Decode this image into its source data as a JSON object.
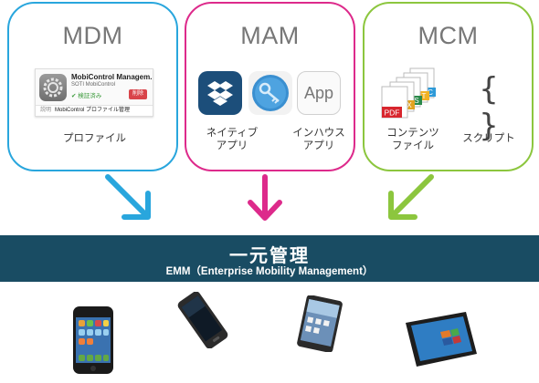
{
  "panels": {
    "mdm": {
      "title": "MDM",
      "card": {
        "title": "MobiControl Managem...",
        "subtitle": "SOTI MobiControl",
        "verified": "✔ 検証済み",
        "remove": "削除",
        "footer_prefix": "説明",
        "footer_text": "MobiControl プロファイル管理"
      },
      "label": "プロファイル"
    },
    "mam": {
      "title": "MAM",
      "app_icon_text": "App",
      "label_native": "ネイティブ\nアプリ",
      "label_inhouse": "インハウス\nアプリ"
    },
    "mcm": {
      "title": "MCM",
      "file_badges": [
        "PDF",
        "X",
        "S",
        "T",
        "C"
      ],
      "braces": "{ }",
      "label_content": "コンテンツ\nファイル",
      "label_script": "スクリプト"
    }
  },
  "band": {
    "title": "一元管理",
    "subtitle": "EMM（Enterprise Mobility Management）"
  },
  "colors": {
    "mdm": "#29a6dd",
    "mam": "#dd2a8b",
    "mcm": "#8cc63e",
    "band": "#194c63"
  },
  "devices": [
    "smartphone-icon",
    "android-phone-icon",
    "tablet-icon",
    "windows-tablet-icon"
  ]
}
